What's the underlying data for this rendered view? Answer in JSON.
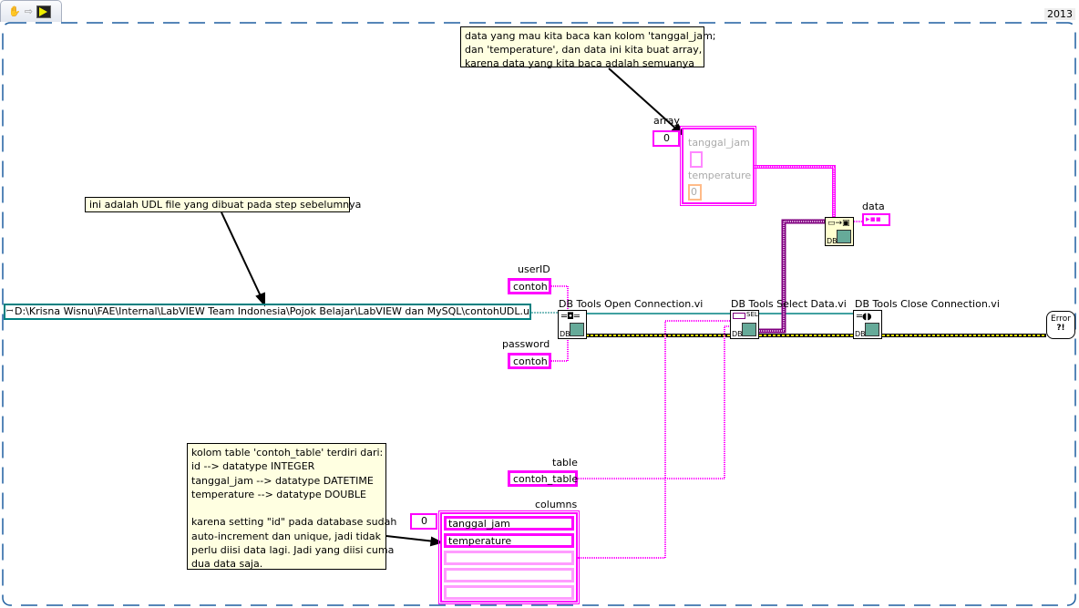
{
  "toolbar": {
    "icons": [
      "hand-icon",
      "arrow-icon",
      "vi-icon"
    ],
    "version": "2013"
  },
  "comments": {
    "top": "data yang mau kita baca kan kolom 'tanggal_jam;\ndan 'temperature', dan data ini kita buat array,\nkarena data yang kita baca adalah semuanya",
    "udl": "ini adalah UDL file yang dibuat pada step sebelumnya",
    "table": "kolom table 'contoh_table' terdiri dari:\nid --> datatype INTEGER\ntanggal_jam --> datatype DATETIME\ntemperature --> datatype DOUBLE\n\nkarena setting \"id\" pada database sudah\nauto-increment dan unique, jadi tidak\nperlu diisi data lagi. Jadi yang diisi cuma\ndua data saja."
  },
  "array": {
    "label": "array",
    "index": "0",
    "field1": "tanggal_jam",
    "field2": "temperature",
    "field2_value": "0"
  },
  "data": {
    "label": "data"
  },
  "path": {
    "value": "D:\\Krisna Wisnu\\FAE\\Internal\\LabVIEW Team Indonesia\\Pojok Belajar\\LabVIEW dan MySQL\\contohUDL.udl"
  },
  "userid": {
    "label": "userID",
    "value": "contoh"
  },
  "password": {
    "label": "password",
    "value": "contoh"
  },
  "vis": {
    "open": "DB Tools Open Connection.vi",
    "select": "DB Tools Select Data.vi",
    "close": "DB Tools Close Connection.vi",
    "db": "DB",
    "sel": "SEL",
    "error": "Error"
  },
  "table": {
    "label": "table",
    "value": "contoh_table"
  },
  "columns": {
    "label": "columns",
    "index": "0",
    "items": [
      "tanggal_jam",
      "temperature",
      "",
      "",
      ""
    ]
  },
  "colors": {
    "string": "#ff00ff",
    "refnum": "#008080",
    "error": "#d4d400",
    "variant": "#800080"
  }
}
